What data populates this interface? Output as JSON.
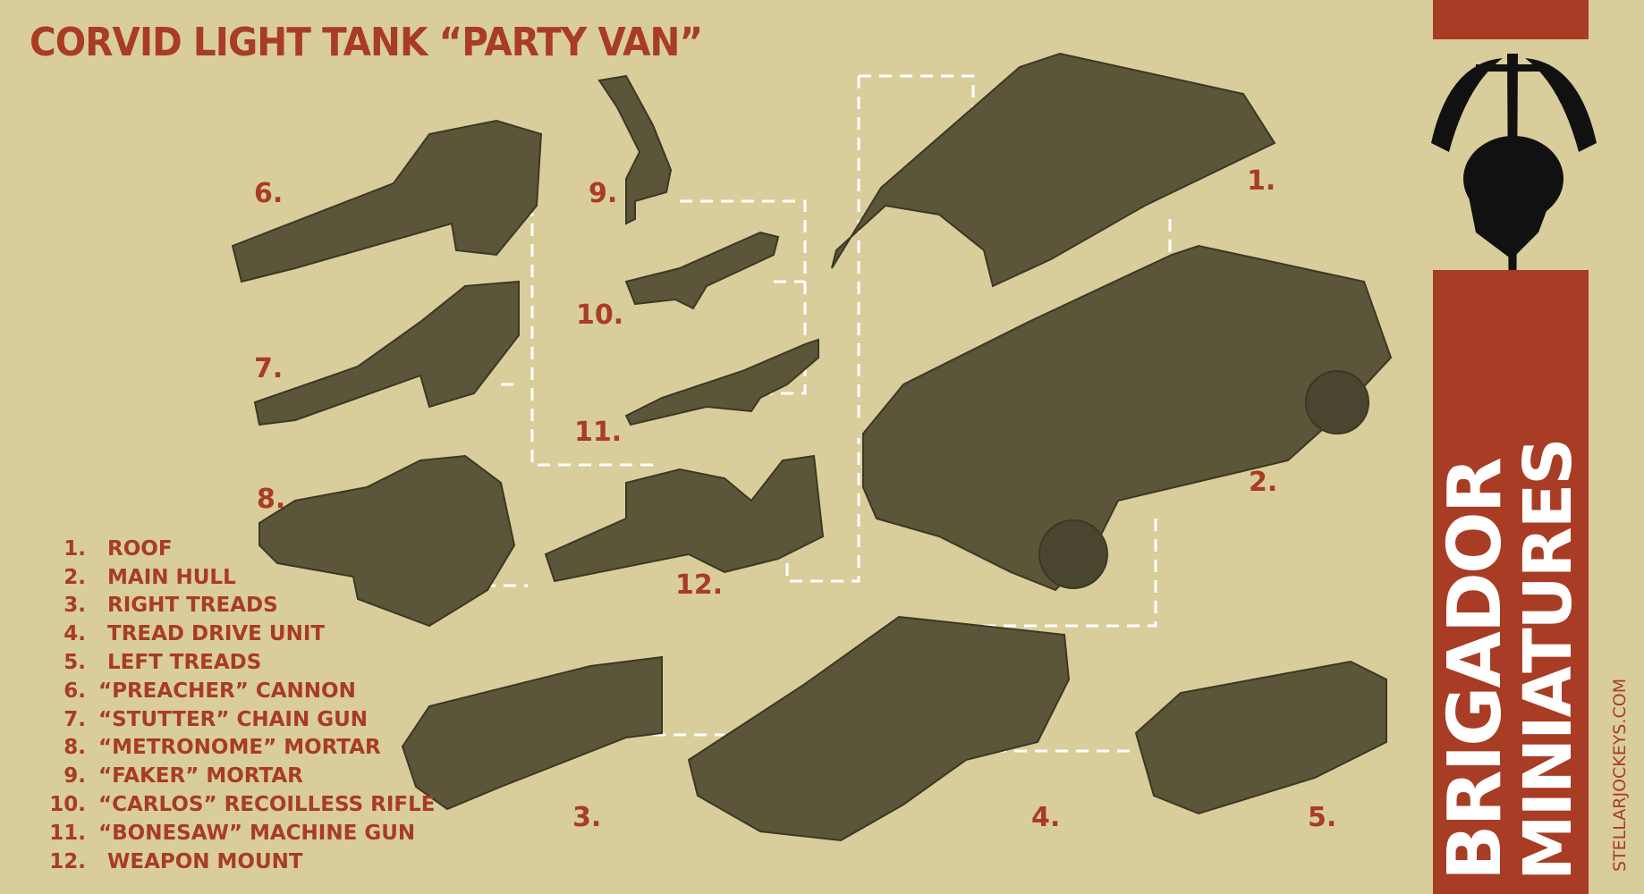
{
  "title": "CORVID LIGHT TANK “PARTY VAN”",
  "callouts": [
    "1.",
    "2.",
    "3.",
    "4.",
    "5.",
    "6.",
    "7.",
    "8.",
    "9.",
    "10.",
    "11.",
    "12."
  ],
  "legend": [
    {
      "num": "1.",
      "name": "ROOF"
    },
    {
      "num": "2.",
      "name": "MAIN HULL"
    },
    {
      "num": "3.",
      "name": "RIGHT TREADS"
    },
    {
      "num": "4.",
      "name": "TREAD DRIVE UNIT"
    },
    {
      "num": "5.",
      "name": "LEFT TREADS"
    },
    {
      "num": "6.",
      "name": "“PREACHER” CANNON"
    },
    {
      "num": "7.",
      "name": "“STUTTER” CHAIN GUN"
    },
    {
      "num": "8.",
      "name": "“METRONOME” MORTAR"
    },
    {
      "num": "9.",
      "name": "“FAKER” MORTAR"
    },
    {
      "num": "10.",
      "name": "“CARLOS” RECOILLESS RIFLE"
    },
    {
      "num": "11.",
      "name": "“BONESAW” MACHINE GUN"
    },
    {
      "num": "12.",
      "name": "WEAPON MOUNT"
    }
  ],
  "brand": {
    "line1": "BRIGADOR",
    "line2": "MINIATURES",
    "website": "STELLARJOCKEYS.COM"
  },
  "colors": {
    "background": "#dacd9c",
    "accent": "#a83c24",
    "part": "#5b5539"
  }
}
